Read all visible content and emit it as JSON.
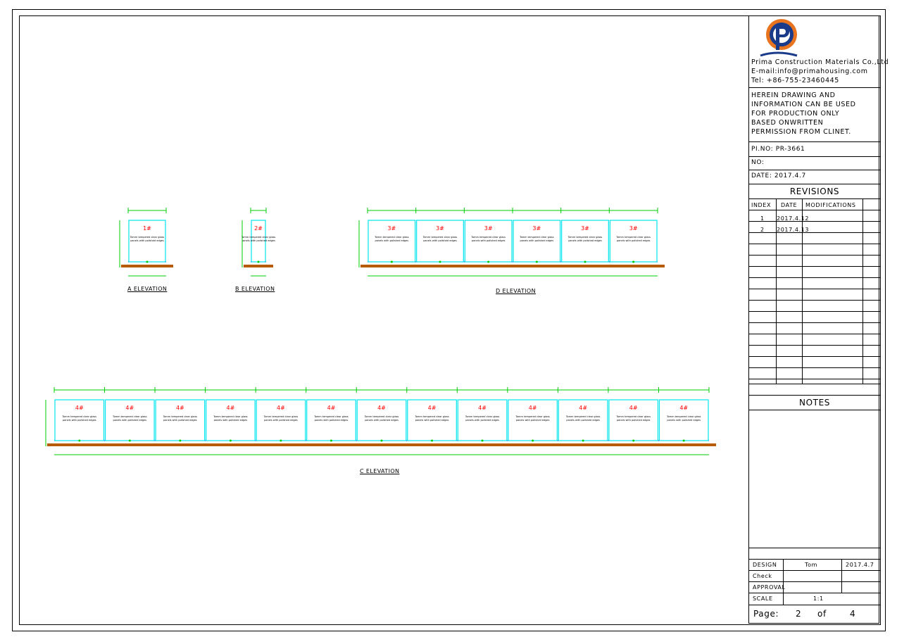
{
  "company": {
    "name": "Prima Construction Materials Co.,Ltd",
    "email": "E-mail:info@primahousing.com",
    "tel": "Tel: +86-755-23460445"
  },
  "notice": [
    "HEREIN DRAWING AND",
    "INFORMATION CAN BE USED",
    "FOR PRODUCTION ONLY",
    "BASED ONWRITTEN",
    "PERMISSION FROM CLINET."
  ],
  "pi_no": "PI.NO:  PR-3661",
  "no": "NO:",
  "date": "DATE:  2017.4.7",
  "revisions": {
    "title": "REVISIONS",
    "headers": [
      "INDEX",
      "DATE",
      "MODIFICATIONS"
    ],
    "rows": [
      {
        "index": "1",
        "date": "2017.4.12",
        "mod": ""
      },
      {
        "index": "2",
        "date": "2017.4.13",
        "mod": ""
      }
    ]
  },
  "notes_title": "NOTES",
  "signoff": {
    "design_label": "DESIGN",
    "design_name": "Tom",
    "design_date": "2017.4.7",
    "check_label": "Check",
    "approval_label": "APPROVAL",
    "scale_label": "SCALE",
    "scale_value": "1:1"
  },
  "page": {
    "label": "Page:",
    "current": "2",
    "of": "of",
    "total": "4"
  },
  "elevations": {
    "a": {
      "label": "A  ELEVATION",
      "panel": "1#"
    },
    "b": {
      "label": "B  ELEVATION",
      "panel": "2#"
    },
    "d": {
      "label": "D  ELEVATION",
      "panel": "3#",
      "count": 6
    },
    "c": {
      "label": "C  ELEVATION",
      "panel": "4#",
      "count": 13
    }
  },
  "panel_note": [
    "Tomm tempered clear glass",
    "panels with polished edges"
  ],
  "colors": {
    "dimension": "#00cc00",
    "glass": "#00e5ee",
    "panel_label": "#ff0000",
    "base": "#b85a00",
    "rail": "#0000ff"
  }
}
